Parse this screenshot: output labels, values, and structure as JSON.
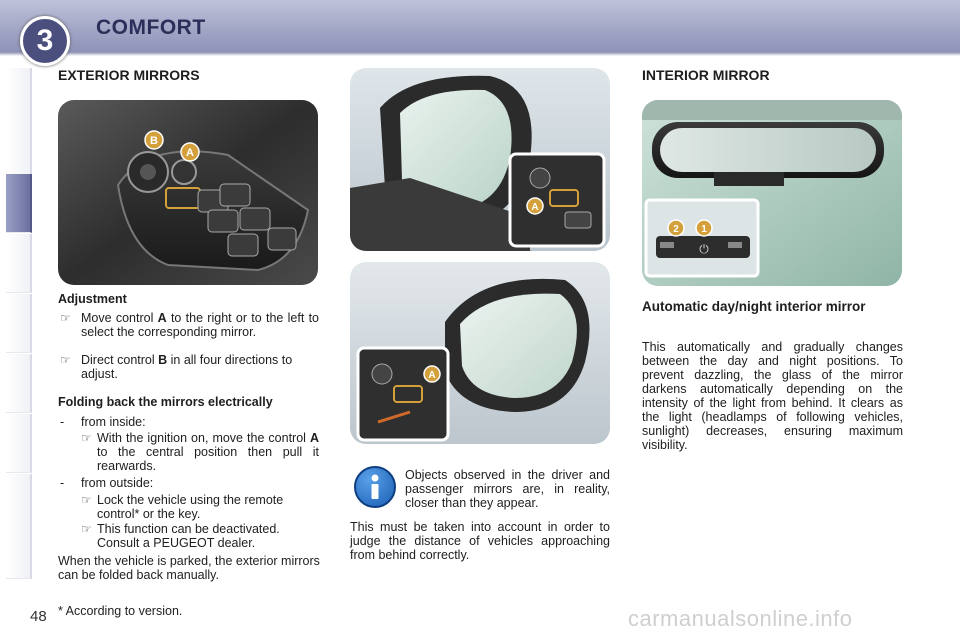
{
  "header": {
    "chapter_number": "3",
    "chapter_title": "COMFORT"
  },
  "left": {
    "section_title": "EXTERIOR MIRRORS",
    "photo_labels": [
      "B",
      "A"
    ],
    "adjustment_title": "Adjustment",
    "bullet1_pre": "Move control ",
    "bullet1_bold": "A",
    "bullet1_post": " to the right or to the left to select the corresponding mirror.",
    "bullet2_pre": "Direct control ",
    "bullet2_bold": "B",
    "bullet2_post": " in all four directions to adjust.",
    "folding_title": "Folding back the mirrors electrically",
    "from_inside": "from inside:",
    "inside_pre": "With the ignition on, move the control ",
    "inside_bold": "A",
    "inside_post": " to the central position then pull it rearwards.",
    "from_outside": "from outside:",
    "outside1": "Lock the vehicle using the remote control* or the key.",
    "outside2": "This function can be deactivated. Consult a PEUGEOT dealer.",
    "parked_note": "When the vehicle is parked, the exterior mirrors can be folded back manually."
  },
  "middle": {
    "photo1_label": "A",
    "photo2_label": "A",
    "info_lead": "Objects observed in the driver and passenger mirrors are, in reality, closer than they appear.",
    "info_rest": "This must be taken into account in order to judge the distance of vehicles approaching from behind correctly."
  },
  "right": {
    "section_title": "INTERIOR MIRROR",
    "photo_labels": [
      "2",
      "1"
    ],
    "auto_title": "Automatic day/night interior mirror",
    "auto_text": "This automatically and gradually changes between the day and night positions. To prevent dazzling, the glass of the mirror darkens automatically depending on the intensity of the light from behind. It clears as the light (headlamps of following vehicles, sunlight) decreases, ensuring maximum visibility."
  },
  "footer": {
    "page_number": "48",
    "footnote": "* According to version.",
    "watermark": "carmanualsonline.info"
  }
}
